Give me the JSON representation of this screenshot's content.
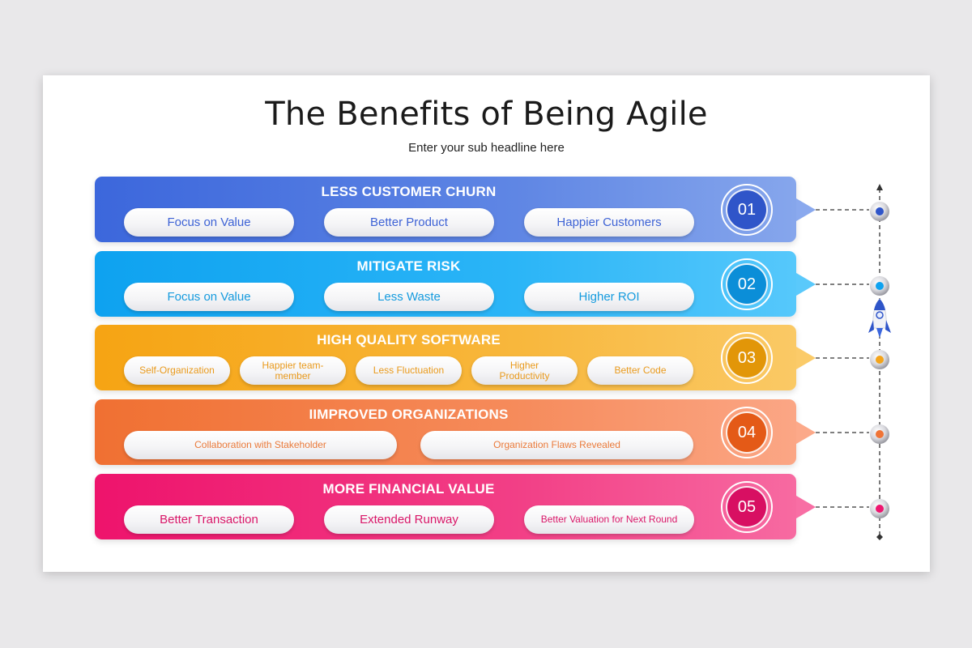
{
  "title": "The Benefits of Being Agile",
  "subtitle": "Enter your sub headline here",
  "colors": {
    "blue": "#3b66dd",
    "cyan": "#10a4f0",
    "amber": "#f4a41b",
    "orange": "#f07436",
    "pink": "#ee1670"
  },
  "bands": [
    {
      "number": "01",
      "title": "LESS CUSTOMER CHURN",
      "items": [
        "Focus on Value",
        "Better Product",
        "Happier Customers"
      ]
    },
    {
      "number": "02",
      "title": "MITIGATE RISK",
      "items": [
        "Focus on Value",
        "Less Waste",
        "Higher ROI"
      ]
    },
    {
      "number": "03",
      "title": "HIGH QUALITY SOFTWARE",
      "items": [
        "Self-Organization",
        "Happier team-member",
        "Less Fluctuation",
        "Higher Productivity",
        "Better Code"
      ]
    },
    {
      "number": "04",
      "title": "IIMPROVED ORGANIZATIONS",
      "items": [
        "Collaboration with Stakeholder",
        "Organization Flaws Revealed"
      ]
    },
    {
      "number": "05",
      "title": "MORE FINANCIAL VALUE",
      "items": [
        "Better Transaction",
        "Extended Runway",
        "Better  Valuation for Next Round"
      ]
    }
  ],
  "timeline_icon": "rocket-icon"
}
